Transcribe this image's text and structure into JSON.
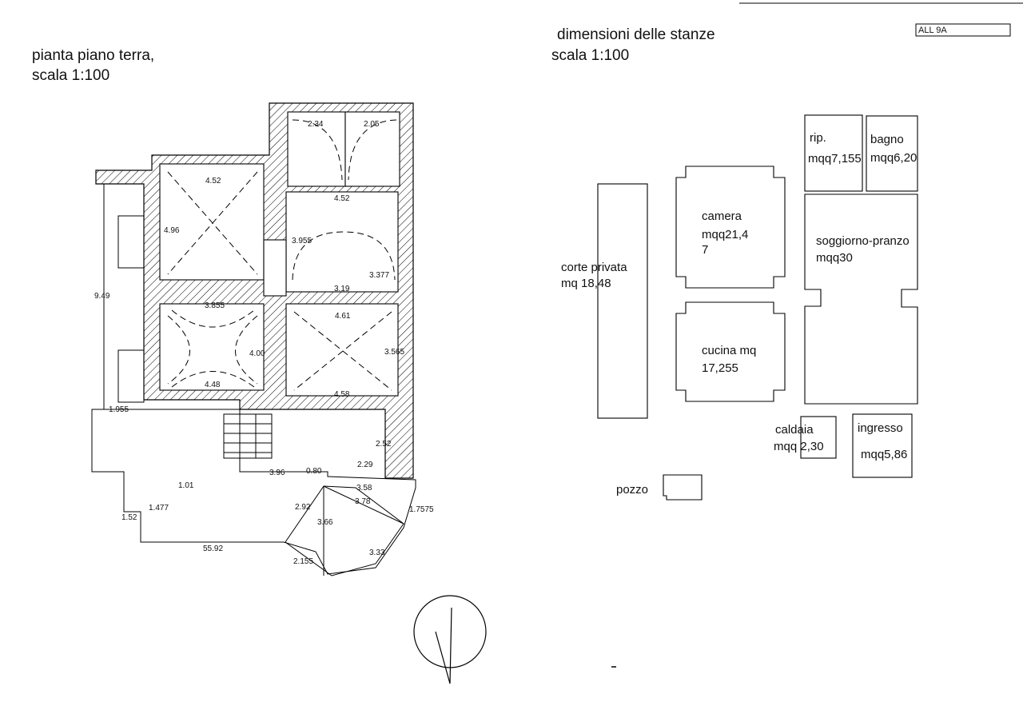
{
  "header": {
    "plan_title_line1": "pianta piano terra,",
    "plan_title_line2": "scala 1:100",
    "rooms_title_line1": "dimensioni delle stanze",
    "rooms_title_line2": "scala 1:100",
    "sheet_tag": "ALL 9A"
  },
  "plan_dimensions": {
    "d1": "2.34",
    "d2": "2.05",
    "d3": "4.52",
    "d4": "4.52",
    "d5": "4.96",
    "d6": "3.955",
    "d7": "3.377",
    "d8": "3.19",
    "d9": "9.49",
    "d10": "3.855",
    "d11": "4.61",
    "d12": "4.00",
    "d13": "3.565",
    "d14": "4.48",
    "d15": "4.58",
    "d16": "1.955",
    "d17": "2.52",
    "d18": "2.29",
    "d19": "3.96",
    "d20": "0.80",
    "d21": "3.58",
    "d22": "1.01",
    "d23": "1.477",
    "d24": "2.92",
    "d25": "3.78",
    "d26": "1.7575",
    "d27": "1.52",
    "d28": "3.66",
    "d29": "55.92",
    "d30": "2.155",
    "d31": "3.33"
  },
  "rooms": {
    "rip_name": "rip.",
    "rip_area": "mqq7,155",
    "bagno_name": "bagno",
    "bagno_area": "mqq6,20",
    "camera_name": "camera",
    "camera_area_1": "mqq21,4",
    "camera_area_2": "7",
    "soggiorno_name": "soggiorno-pranzo",
    "soggiorno_area": "mqq30",
    "corte_name": "corte privata",
    "corte_area": "mq 18,48",
    "cucina_name": "cucina mq",
    "cucina_area": "17,255",
    "caldaia_name": "caldaia",
    "caldaia_area": "mqq 2,30",
    "ingresso_name": "ingresso",
    "ingresso_area": "mqq5,86",
    "pozzo_name": "pozzo"
  }
}
